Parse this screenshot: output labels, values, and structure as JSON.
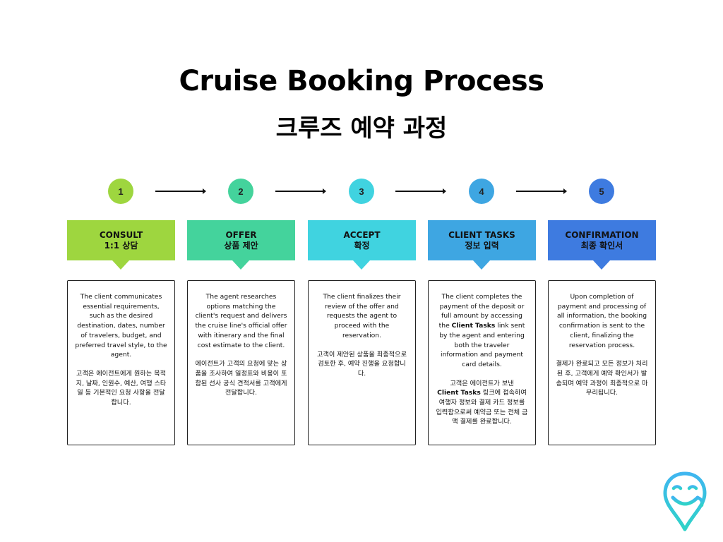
{
  "title": "Cruise Booking Process",
  "subtitle": "크루즈 예약 과정",
  "colors": {
    "step1": "#9ed63f",
    "step2": "#44d39c",
    "step3": "#40d3e0",
    "step4": "#3ea6e2",
    "step5": "#3e7be0"
  },
  "steps": [
    {
      "number": "1",
      "name_en": "CONSULT",
      "name_ko": "1:1 상담",
      "desc_en": "The client communicates essential requirements, such as the desired destination, dates, number of travelers, budget, and preferred travel style, to the agent.",
      "desc_ko": "고객은 에이전트에게 원하는 목적지, 날짜, 인원수, 예산, 여행 스타일 등 기본적인 요청 사항을 전달합니다."
    },
    {
      "number": "2",
      "name_en": "OFFER",
      "name_ko": "상품 제안",
      "desc_en": "The agent researches options matching the client's request and delivers the cruise line's official offer with itinerary and the final cost estimate to the client.",
      "desc_ko": "에이전트가 고객의 요청에 맞는 상품을 조사하여 일정표와 비용이 포함된 선사 공식 견적서를 고객에게 전달합니다."
    },
    {
      "number": "3",
      "name_en": "ACCEPT",
      "name_ko": "확정",
      "desc_en": "The client finalizes their review of the offer and requests the agent to proceed with the reservation.",
      "desc_ko": "고객이 제안된 상품을 최종적으로 검토한 후, 예약 진행을 요청합니다."
    },
    {
      "number": "4",
      "name_en": "CLIENT TASKS",
      "name_ko": "정보 입력",
      "desc_en_before": "The client completes the payment of the deposit or full amount by accessing the",
      "desc_en_bold": "Client Tasks",
      "desc_en_after": "link sent by the agent and entering both the traveler information and payment card details.",
      "desc_ko_before": "고객은 에이전트가 보낸",
      "desc_ko_bold": "Client Tasks",
      "desc_ko_after": "링크에 접속하여 여행자 정보와 결제 카드 정보를 입력함으로써 예약금 또는 전체 금액 결제를 완료합니다."
    },
    {
      "number": "5",
      "name_en": "CONFIRMATION",
      "name_ko": "최종 확인서",
      "desc_en": "Upon completion of payment and processing of all information, the booking confirmation is sent to the client, finalizing the reservation process.",
      "desc_ko": "결제가 완료되고 모든 정보가 처리된 후, 고객에게 예약 확인서가 발송되며 예약 과정이 최종적으로 마무리됩니다."
    }
  ]
}
